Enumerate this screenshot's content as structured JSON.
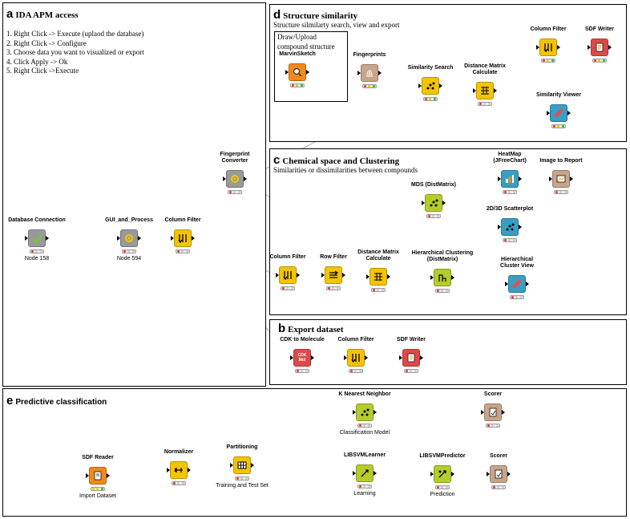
{
  "panels": {
    "a": {
      "letter": "a",
      "title": "IDA APM access",
      "steps": [
        "1. Right Click -> Execute (uplaod the database)",
        "2. Right Click -> Configure",
        "3. Choose data you want to visualized or export",
        "4. Click Apply -> Ok",
        "5. Right Click ->Execute"
      ]
    },
    "d": {
      "letter": "d",
      "title": "Structure similarity",
      "subtitle": "Structure silmilarty search, view and export",
      "draw_box": [
        "Draw/Upload",
        "compound structure"
      ]
    },
    "c": {
      "letter": "c",
      "title": "Chemical space and Clustering",
      "subtitle": "Similarities or dissimilarities  between compounds"
    },
    "b": {
      "letter": "b",
      "title": "Export dataset"
    },
    "e": {
      "letter": "e",
      "title": "Predictive classification"
    }
  },
  "nodes": {
    "db_conn": {
      "title": "Database Connection",
      "note": "Node 158",
      "color": "gr",
      "icon": "check-icon"
    },
    "gui": {
      "title": "GUI_and_Process",
      "note": "Node 594",
      "color": "gr",
      "icon": "gear-icon"
    },
    "cf_a": {
      "title": "Column Filter",
      "note": "",
      "color": "y",
      "icon": "filter-icon"
    },
    "fp_conv": {
      "title": "Fingerprint\nConverter",
      "note": "",
      "color": "gr",
      "icon": "gear-icon"
    },
    "marvin": {
      "title": "MarvinSketch",
      "note": "",
      "color": "o",
      "icon": "magnifier-icon"
    },
    "fingerprints": {
      "title": "Fingerprints",
      "note": "",
      "color": "t",
      "icon": "fingerprint-icon"
    },
    "sim_search": {
      "title": "Similarity Search",
      "note": "",
      "color": "y",
      "icon": "scatter-icon"
    },
    "dist_d": {
      "title": "Distance Matrix\nCalculate",
      "note": "",
      "color": "y",
      "icon": "matrix-icon"
    },
    "cf_d": {
      "title": "Column Filter",
      "note": "",
      "color": "y",
      "icon": "filter-icon"
    },
    "sdf_d": {
      "title": "SDF Writer",
      "note": "",
      "color": "rd",
      "icon": "write-icon"
    },
    "sim_viewer": {
      "title": "Similarity Viewer",
      "note": "",
      "color": "b",
      "icon": "viewer-icon"
    },
    "cf_c": {
      "title": "Column Filter",
      "note": "",
      "color": "y",
      "icon": "filter-icon"
    },
    "row_filter": {
      "title": "Row Filter",
      "note": "",
      "color": "y",
      "icon": "rows-icon"
    },
    "dist_c": {
      "title": "Distance Matrix\nCalculate",
      "note": "",
      "color": "y",
      "icon": "matrix-icon"
    },
    "mds": {
      "title": "MDS (DistMatrix)",
      "note": "",
      "color": "g",
      "icon": "scatter-icon"
    },
    "heatmap": {
      "title": "HeatMap\n(JFreeChart)",
      "note": "",
      "color": "b",
      "icon": "chart-icon"
    },
    "img_report": {
      "title": "Image to Report",
      "note": "",
      "color": "t",
      "icon": "image-icon"
    },
    "scatter3d": {
      "title": "2D/3D Scatterplot",
      "note": "",
      "color": "b",
      "icon": "scatter-icon"
    },
    "hclust": {
      "title": "Hierarchical Clustering\n(DistMatrix)",
      "note": "",
      "color": "g",
      "icon": "tree-icon"
    },
    "hview": {
      "title": "Hierarchical\nCluster View",
      "note": "",
      "color": "b",
      "icon": "viewer-icon"
    },
    "cdk": {
      "title": "CDK to Molecule",
      "note": "",
      "color": "rd",
      "icon": "cdk-icon",
      "icon_text": "CDK\nMol"
    },
    "cf_b": {
      "title": "Column Filter",
      "note": "",
      "color": "y",
      "icon": "filter-icon"
    },
    "sdf_b": {
      "title": "SDF Writer",
      "note": "",
      "color": "rd",
      "icon": "write-icon"
    },
    "sdf_reader": {
      "title": "SDF Reader",
      "note": "Import Dataset",
      "color": "o",
      "icon": "read-icon"
    },
    "normalizer": {
      "title": "Normalizer",
      "note": "",
      "color": "y",
      "icon": "normalize-icon"
    },
    "partitioning": {
      "title": "Partitioning",
      "note": "Training and Test Set",
      "color": "y",
      "icon": "grid-icon"
    },
    "knn": {
      "title": "K Nearest Neighbor",
      "note": "Classification Model",
      "color": "g",
      "icon": "scatter-icon"
    },
    "scorer1": {
      "title": "Scorer",
      "note": "",
      "color": "t",
      "icon": "score-icon"
    },
    "libsvm_l": {
      "title": "LIBSVMLearner",
      "note": "Learning",
      "color": "g",
      "icon": "learn-icon"
    },
    "libsvm_p": {
      "title": "LIBSVMPredictor",
      "note": "Prediction",
      "color": "g",
      "icon": "predict-icon"
    },
    "scorer2": {
      "title": "Scorer",
      "note": "",
      "color": "t",
      "icon": "score-icon"
    }
  }
}
